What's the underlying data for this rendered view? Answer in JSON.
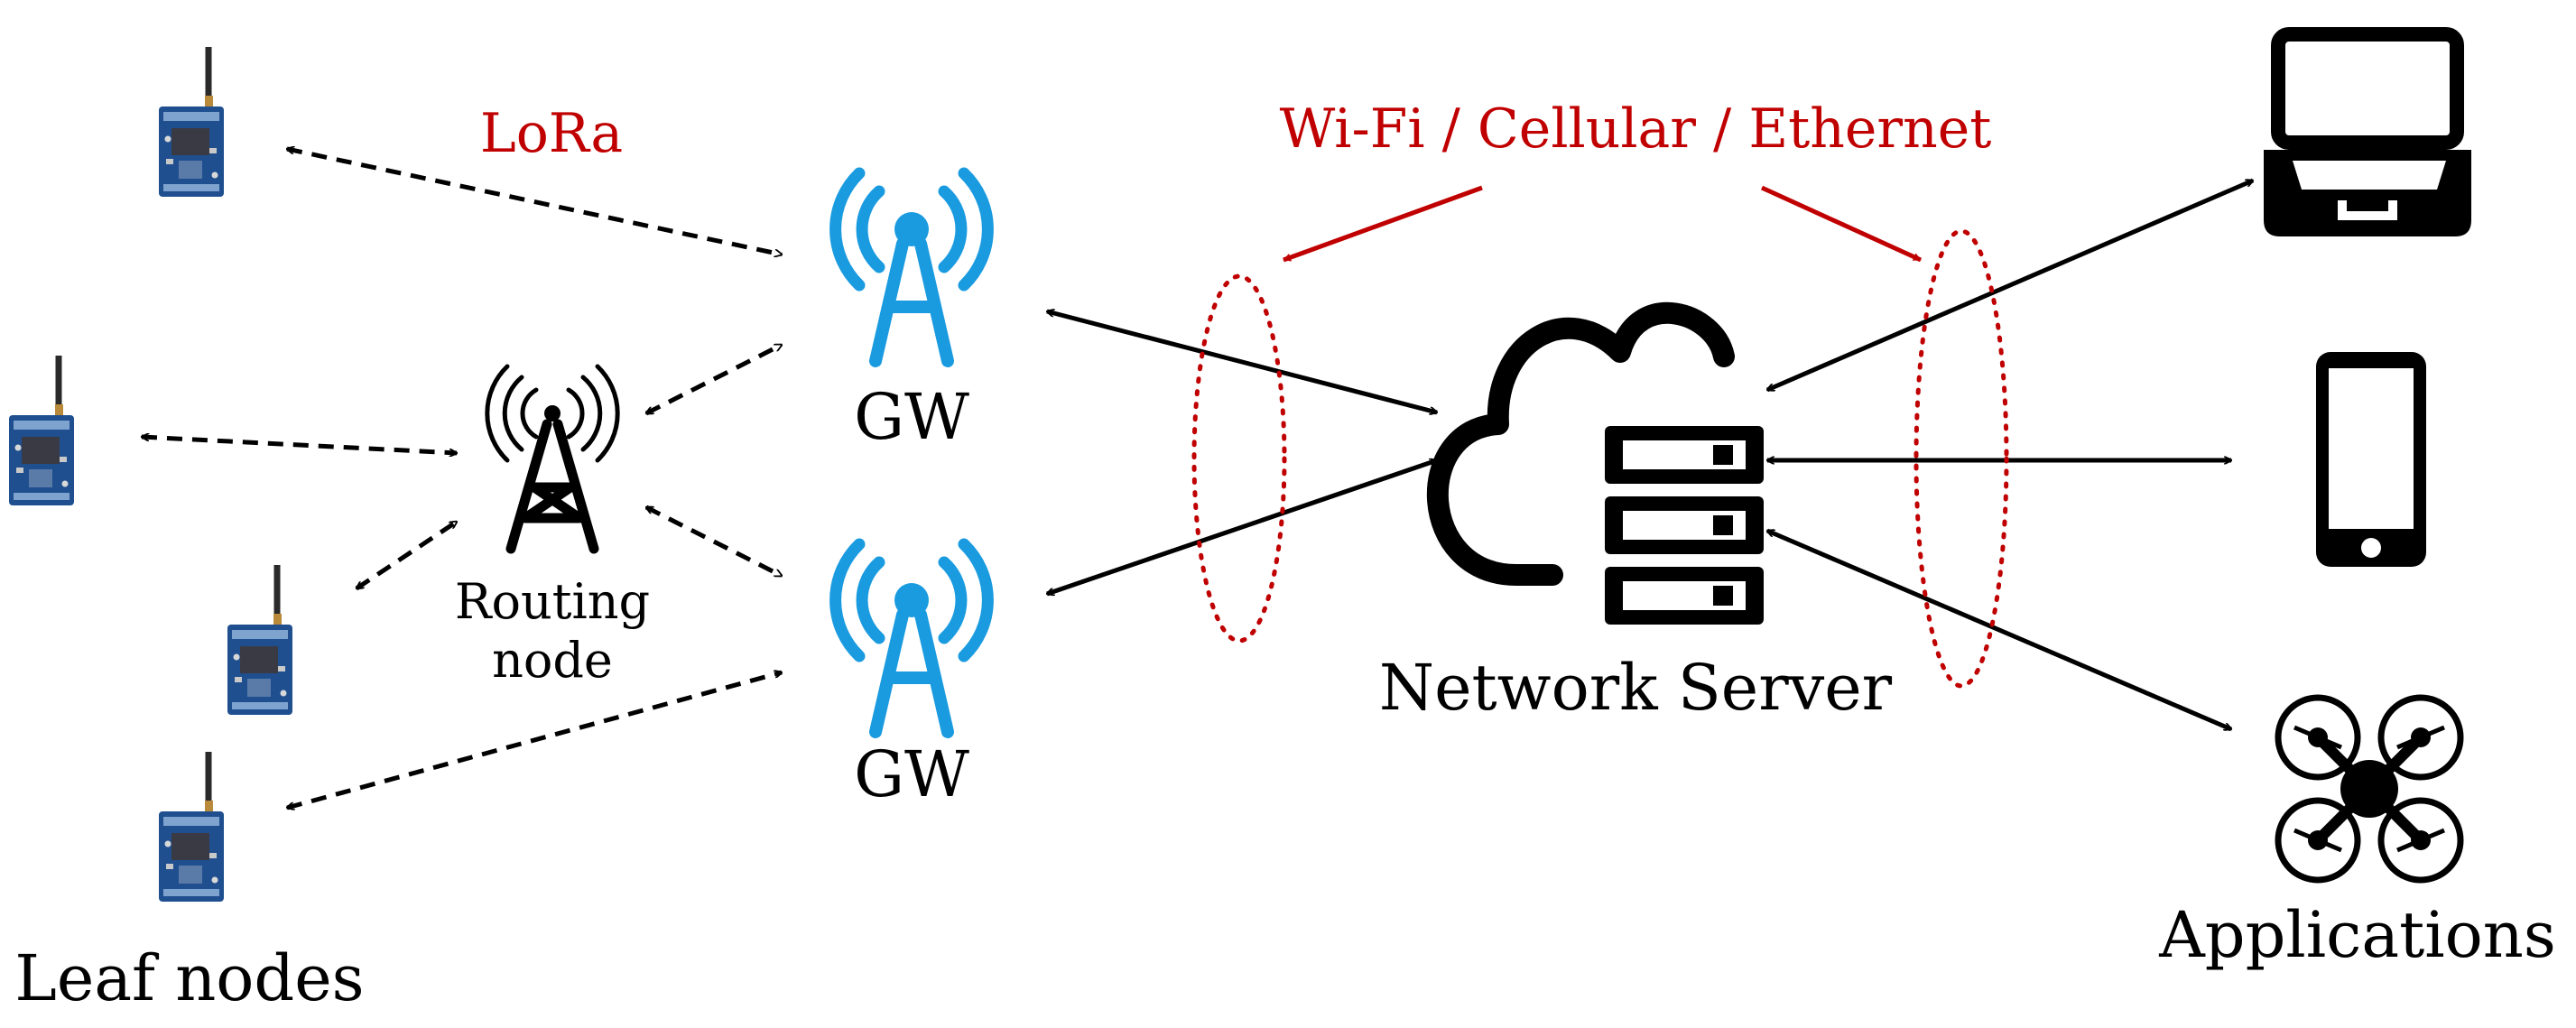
{
  "labels": {
    "lora": "LoRa",
    "backhaul": "Wi-Fi / Cellular / Ethernet",
    "gw_top": "GW",
    "gw_bottom": "GW",
    "routing_line1": "Routing",
    "routing_line2": "node",
    "network_server": "Network Server",
    "leaf_nodes": "Leaf nodes",
    "applications": "Applications"
  },
  "colors": {
    "link_red": "#c00000",
    "gateway_blue": "#1a9be0",
    "ink": "#000000",
    "board_blue": "#1f4f8f"
  },
  "icons": {
    "leaf": "lora-board-icon",
    "routing": "radio-tower-icon",
    "gateway": "antenna-icon",
    "server": "cloud-server-icon",
    "laptop": "laptop-icon",
    "phone": "smartphone-icon",
    "drone": "drone-icon"
  }
}
